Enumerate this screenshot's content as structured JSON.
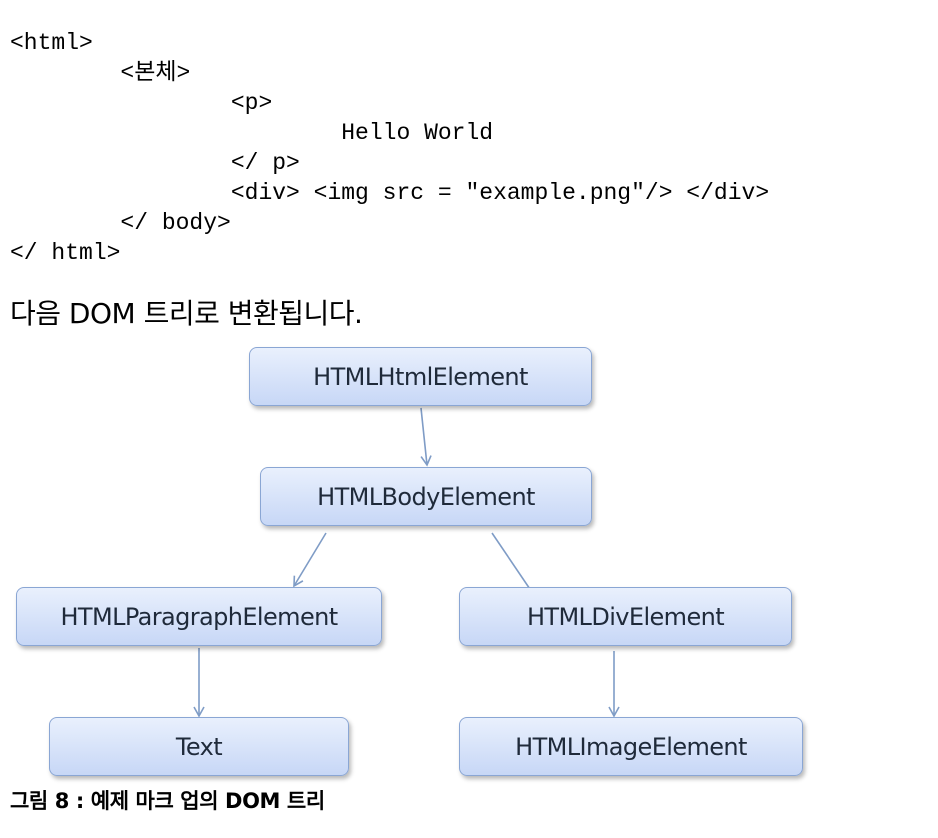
{
  "code": {
    "lines": [
      "<html>",
      "        <본체>",
      "                <p>",
      "                        Hello World",
      "                </ p>",
      "                <div> <img src = \"example.png\"/> </div>",
      "        </ body>",
      "</ html>"
    ]
  },
  "intro_text": "다음 DOM 트리로 변환됩니다.",
  "diagram": {
    "nodes": {
      "html": "HTMLHtmlElement",
      "body": "HTMLBodyElement",
      "paragraph": "HTMLParagraphElement",
      "div": "HTMLDivElement",
      "text": "Text",
      "image": "HTMLImageElement"
    },
    "colors": {
      "box_fill_top": "#e9f0fd",
      "box_fill_bottom": "#c7d7f6",
      "box_border": "#8aa6d4",
      "arrow": "#7f9cc6"
    }
  },
  "caption": "그림 8 : 예제 마크 업의 DOM 트리"
}
